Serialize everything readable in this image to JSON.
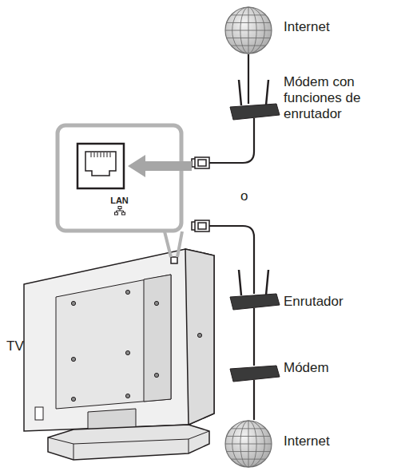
{
  "diagram": {
    "nodes": [
      {
        "text": [
          "LAN"
        ]
      }
    ],
    "labels": [
      "Internet",
      "Módem con funciones de enrutador",
      "o",
      "TV",
      "Enrutador",
      "Módem",
      "Internet"
    ]
  }
}
